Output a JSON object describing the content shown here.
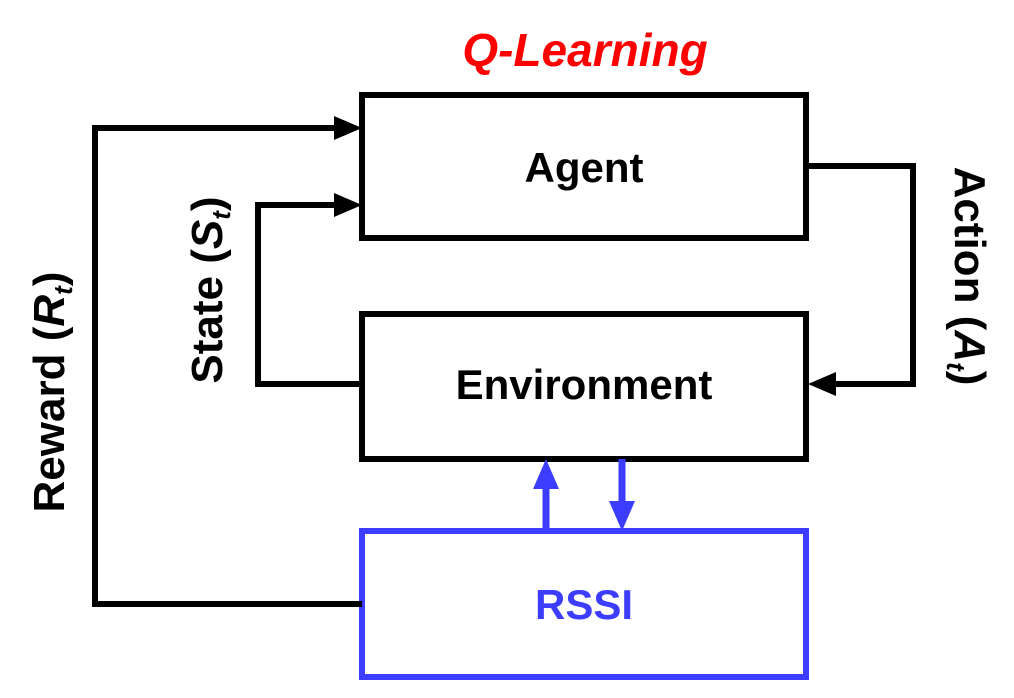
{
  "title": "Q-Learning",
  "nodes": {
    "agent": "Agent",
    "environment": "Environment",
    "rssi": "RSSI"
  },
  "edges": {
    "reward": {
      "word": "Reward",
      "symbol": "R",
      "subscript": "t"
    },
    "state": {
      "word": "State",
      "symbol": "S",
      "subscript": "t"
    },
    "action": {
      "word": "Action",
      "symbol": "A",
      "subscript": "t"
    }
  },
  "colors": {
    "title": "#ff0000",
    "stroke": "#000000",
    "rssi": "#3d3dff",
    "text": "#000000"
  }
}
